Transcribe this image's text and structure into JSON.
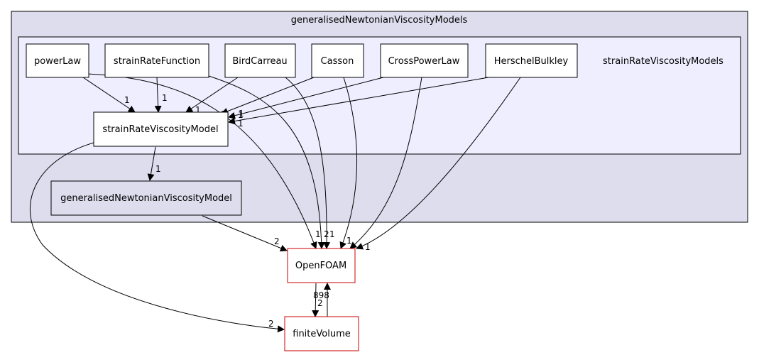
{
  "diagram": {
    "outer_cluster": {
      "label": "generalisedNewtonianViscosityModels"
    },
    "inner_cluster": {
      "label": "strainRateViscosityModels"
    },
    "nodes": {
      "powerLaw": "powerLaw",
      "strainRateFunction": "strainRateFunction",
      "BirdCarreau": "BirdCarreau",
      "Casson": "Casson",
      "CrossPowerLaw": "CrossPowerLaw",
      "HerschelBulkley": "HerschelBulkley",
      "strainRateViscosityModel": "strainRateViscosityModel",
      "generalisedNewtonianViscosityModel": "generalisedNewtonianViscosityModel",
      "OpenFOAM": "OpenFOAM",
      "finiteVolume": "finiteVolume"
    },
    "edge_labels": {
      "powerLaw_to_model": "1",
      "strainRateFunction_to_model": "1",
      "BirdCarreau_to_model": "1",
      "Casson_to_model": "1",
      "CrossPowerLaw_to_model": "1",
      "HerschelBulkley_to_model": "1",
      "powerLaw_to_OpenFOAM": "1",
      "strainRateFunction_to_OpenFOAM": "1",
      "BirdCarreau_to_OpenFOAM": "2",
      "Casson_to_OpenFOAM": "1",
      "CrossPowerLaw_to_OpenFOAM": "1",
      "HerschelBulkley_to_OpenFOAM": "1",
      "model_to_generalised": "1",
      "generalised_to_OpenFOAM": "2",
      "model_to_finiteVolume": "2",
      "finiteVolume_to_OpenFOAM": "898",
      "OpenFOAM_to_finiteVolume": "2"
    },
    "colors": {
      "outer_cluster_fill": "#ddddee",
      "inner_cluster_fill": "#eeeeff",
      "external_node_border": "#cc0000",
      "edge": "#000000"
    }
  }
}
